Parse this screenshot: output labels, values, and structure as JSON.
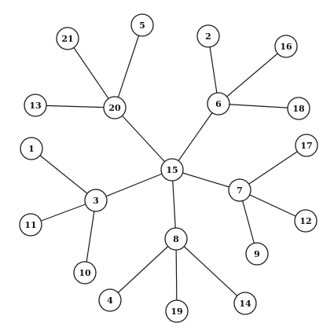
{
  "graph": {
    "nodes": [
      {
        "id": "15",
        "label": "15"
      },
      {
        "id": "20",
        "label": "20"
      },
      {
        "id": "6",
        "label": "6"
      },
      {
        "id": "3",
        "label": "3"
      },
      {
        "id": "7",
        "label": "7"
      },
      {
        "id": "8",
        "label": "8"
      },
      {
        "id": "21",
        "label": "21"
      },
      {
        "id": "5",
        "label": "5"
      },
      {
        "id": "13",
        "label": "13"
      },
      {
        "id": "2",
        "label": "2"
      },
      {
        "id": "16",
        "label": "16"
      },
      {
        "id": "18",
        "label": "18"
      },
      {
        "id": "1",
        "label": "1"
      },
      {
        "id": "11",
        "label": "11"
      },
      {
        "id": "10",
        "label": "10"
      },
      {
        "id": "17",
        "label": "17"
      },
      {
        "id": "12",
        "label": "12"
      },
      {
        "id": "9",
        "label": "9"
      },
      {
        "id": "4",
        "label": "4"
      },
      {
        "id": "19",
        "label": "19"
      },
      {
        "id": "14",
        "label": "14"
      }
    ],
    "edges": [
      [
        "15",
        "20"
      ],
      [
        "15",
        "6"
      ],
      [
        "15",
        "3"
      ],
      [
        "15",
        "7"
      ],
      [
        "15",
        "8"
      ],
      [
        "20",
        "21"
      ],
      [
        "20",
        "5"
      ],
      [
        "20",
        "13"
      ],
      [
        "6",
        "2"
      ],
      [
        "6",
        "16"
      ],
      [
        "6",
        "18"
      ],
      [
        "3",
        "1"
      ],
      [
        "3",
        "11"
      ],
      [
        "3",
        "10"
      ],
      [
        "7",
        "17"
      ],
      [
        "7",
        "12"
      ],
      [
        "7",
        "9"
      ],
      [
        "8",
        "4"
      ],
      [
        "8",
        "19"
      ],
      [
        "8",
        "14"
      ]
    ]
  }
}
